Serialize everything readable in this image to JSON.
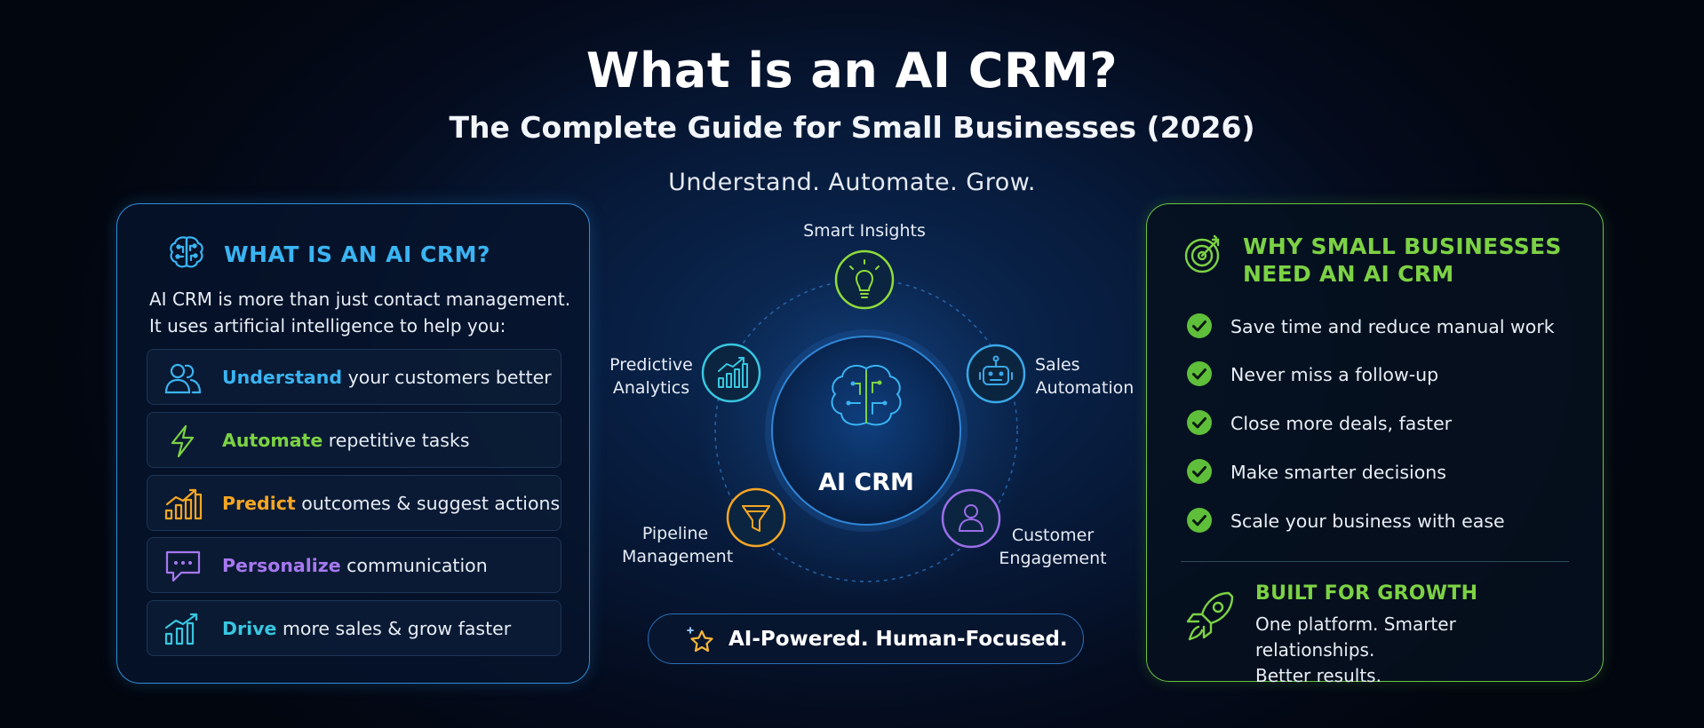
{
  "header": {
    "title": "What is an AI CRM?",
    "subtitle": "The Complete Guide for Small Businesses (2026)",
    "tagline": "Understand. Automate. Grow."
  },
  "left_panel": {
    "title": "WHAT IS AN AI CRM?",
    "intro_line1": "AI CRM is more than just contact management.",
    "intro_line2": "It uses artificial intelligence to help you:",
    "features": [
      {
        "keyword": "Understand",
        "rest": " your customers better",
        "color": "#3ab4f2",
        "icon": "users-icon"
      },
      {
        "keyword": "Automate",
        "rest": " repetitive tasks",
        "color": "#7cd244",
        "icon": "lightning-icon"
      },
      {
        "keyword": "Predict",
        "rest": " outcomes & suggest actions",
        "color": "#f5a623",
        "icon": "growth-chart-icon"
      },
      {
        "keyword": "Personalize",
        "rest": " communication",
        "color": "#a678f0",
        "icon": "chat-bubble-icon"
      },
      {
        "keyword": "Drive",
        "rest": " more sales & grow faster",
        "color": "#38c6e0",
        "icon": "bar-trend-icon"
      }
    ]
  },
  "diagram": {
    "center_label": "AI CRM",
    "nodes": {
      "smart_insights": "Smart Insights",
      "predictive_1": "Predictive",
      "predictive_2": "Analytics",
      "sales_1": "Sales",
      "sales_2": "Automation",
      "pipeline_1": "Pipeline",
      "pipeline_2": "Management",
      "customer_1": "Customer",
      "customer_2": "Engagement"
    },
    "colors": {
      "insights": "#8fdc3a",
      "predictive": "#38c6e0",
      "sales": "#3aa8e8",
      "pipeline": "#f5a623",
      "customer": "#9a6ee8"
    }
  },
  "pill": {
    "text": "AI-Powered. Human-Focused."
  },
  "right_panel": {
    "title_line1": "WHY SMALL BUSINESSES",
    "title_line2": "NEED AN AI CRM",
    "benefits": [
      "Save time and reduce manual work",
      "Never miss a follow-up",
      "Close more deals, faster",
      "Make smarter decisions",
      "Scale your business with ease"
    ],
    "growth_title": "BUILT FOR GROWTH",
    "growth_line1": "One platform. Smarter relationships.",
    "growth_line2": "Better results."
  }
}
